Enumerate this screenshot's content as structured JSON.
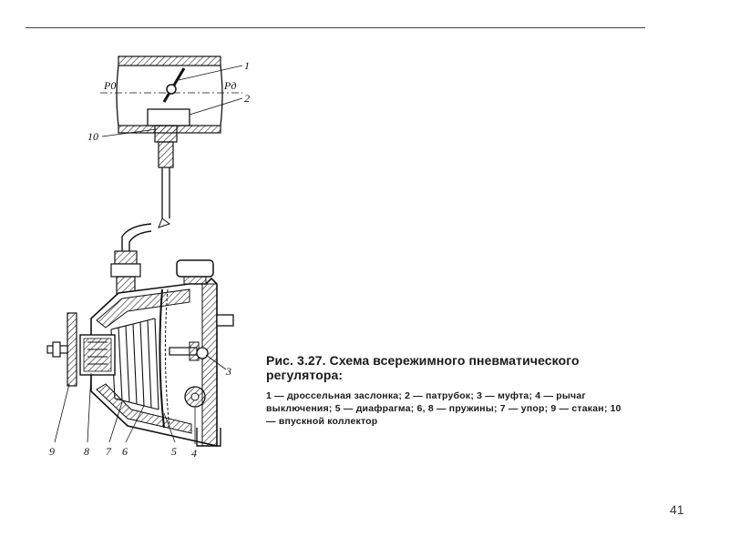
{
  "figure": {
    "callouts": {
      "p0": "P0",
      "pd": "Pд",
      "n1": "1",
      "n2": "2",
      "n3": "3",
      "n4": "4",
      "n5": "5",
      "n6": "6",
      "n7": "7",
      "n8": "8",
      "n9": "9",
      "n10": "10"
    }
  },
  "caption": {
    "title": "Рис. 3.27. Схема всережимного пневматического регулятора:",
    "body": "1 — дроссельная заслонка; 2 — патрубок; 3 — муфта; 4 — рычаг выключения; 5 — диафрагма; 6, 8 — пружины; 7 — упор; 9 — стакан; 10 — впускной коллектор"
  },
  "page_number": "41"
}
